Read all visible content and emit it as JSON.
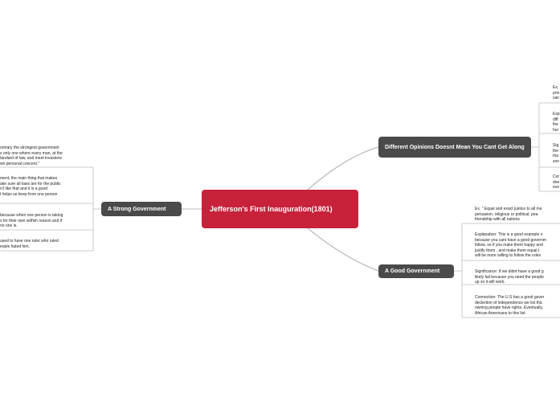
{
  "central": {
    "title": "Jefferson's First Inauguration(1801)"
  },
  "topics": {
    "strong": "A Strong Government",
    "different": "Different Opinions Doesnt Mean You Cant Get Along",
    "good": "A Good Government"
  },
  "left_notes": [
    "ontrary the strongest government\ns only one where every man, at the\ntandard of law, and meet invasions\nwn personal concern,\"",
    "ment, the main thing that makes\nake sure all laws are for the public\nn't like that and it is a good\nt helps us keep from one person",
    "because when one person is taking\ns for their own selfish reason and if\nno one is.",
    "used to have one ruler who ruled\neople hated him."
  ],
  "diff_notes": [
    "Ex.\nprin\nsan",
    "Exp\ndiff\nthe\nhur",
    "Sig\nthe\nma\nson",
    "Cor\ndoe\neve"
  ],
  "good_notes": [
    "Ex. \" Equal and exact justice to all me\nperuasion, religious or political; pea\nfriendship with all nations",
    "Explanation: This is a good example o\nbecause you cant have a good governm\nfollow, so if you make them happy and\njustify them , and make them equal t\nwill be more willing to follow the rules",
    "Significance: If we didnt have a good g\nlikely fail because you need the people\nup so it will work.",
    "Connection: The U.S has a good gover\ndeclertion of independence we list tha\nowning people have rights. Eventually,\nAfrican Americans to this list."
  ]
}
